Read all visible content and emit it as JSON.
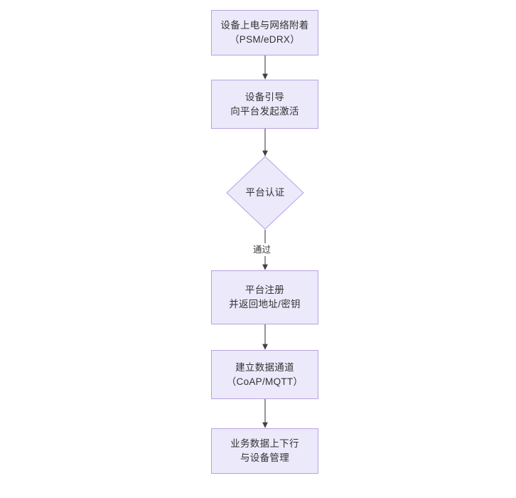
{
  "diagram": {
    "type": "flowchart",
    "orientation": "top-to-bottom",
    "background_color": "#ffffff",
    "node_fill_color": "#ece9fb",
    "node_border_color": "#b8a1e0",
    "text_color": "#333333",
    "edge_color": "#3f3f46",
    "nodes": [
      {
        "id": "power-on",
        "shape": "rectangle",
        "lines": [
          "设备上电与网络附着",
          "（PSM/eDRX）"
        ]
      },
      {
        "id": "bootstrap",
        "shape": "rectangle",
        "lines": [
          "设备引导",
          "向平台发起激活"
        ]
      },
      {
        "id": "platform-auth",
        "shape": "diamond",
        "lines": [
          "平台认证"
        ]
      },
      {
        "id": "platform-register",
        "shape": "rectangle",
        "lines": [
          "平台注册",
          "并返回地址/密钥"
        ]
      },
      {
        "id": "data-channel",
        "shape": "rectangle",
        "lines": [
          "建立数据通道",
          "（CoAP/MQTT）"
        ]
      },
      {
        "id": "business-data",
        "shape": "rectangle",
        "lines": [
          "业务数据上下行",
          "与设备管理"
        ]
      }
    ],
    "edges": [
      {
        "id": "e1",
        "from": "power-on",
        "to": "bootstrap",
        "label": ""
      },
      {
        "id": "e2",
        "from": "bootstrap",
        "to": "platform-auth",
        "label": ""
      },
      {
        "id": "e3",
        "from": "platform-auth",
        "to": "platform-register",
        "label": "通过"
      },
      {
        "id": "e4",
        "from": "platform-register",
        "to": "data-channel",
        "label": ""
      },
      {
        "id": "e5",
        "from": "data-channel",
        "to": "business-data",
        "label": ""
      }
    ]
  }
}
